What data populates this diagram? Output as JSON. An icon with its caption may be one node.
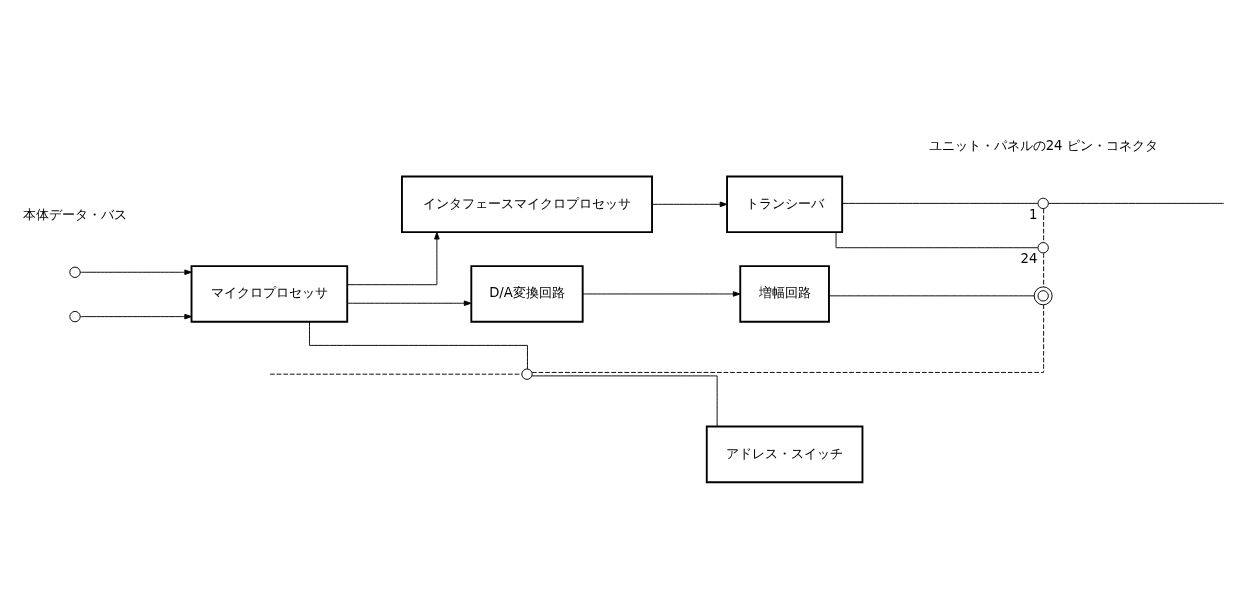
{
  "diagram": {
    "nodes": [
      {
        "text": [],
        "shape": "circle"
      },
      {
        "text": [],
        "shape": "circle"
      },
      {
        "text": [
          "マイクロプロセッサ"
        ]
      },
      {
        "text": [
          "インタフェースマイクロプロセッサ"
        ]
      },
      {
        "text": [
          "トランシーバ"
        ]
      },
      {
        "text": [
          "D/A変換回路"
        ]
      },
      {
        "text": [
          "増幅回路"
        ]
      },
      {
        "text": [],
        "shape": "circle",
        "beside": [
          "1"
        ]
      },
      {
        "text": [],
        "shape": "circle",
        "beside": [
          "24"
        ]
      },
      {
        "text": [],
        "shape": "circle"
      },
      {
        "text": [],
        "shape": "circle"
      },
      {
        "text": [
          "アドレス・スイッチ"
        ]
      }
    ],
    "edges": [
      {
        "from": 0,
        "to": 2,
        "arrow": "to"
      },
      {
        "from": 1,
        "to": 2,
        "arrow": "to"
      },
      {
        "from": 2,
        "to": 3,
        "arrow": "to"
      },
      {
        "from": 3,
        "to": 4,
        "arrow": "to"
      },
      {
        "from": 4,
        "to": 7,
        "arrow": "none"
      },
      {
        "from": 4,
        "to": 8,
        "arrow": "none"
      },
      {
        "from": 2,
        "to": 5,
        "arrow": "to"
      },
      {
        "from": 5,
        "to": 6,
        "arrow": "to"
      },
      {
        "from": 6,
        "to": 9,
        "arrow": "none"
      },
      {
        "from": 2,
        "to": 10,
        "arrow": "none"
      },
      {
        "from": 10,
        "to": 11,
        "arrow": "none"
      },
      {
        "from": 7,
        "to": null,
        "arrow": "none"
      },
      {
        "from": 7,
        "to": 8,
        "arrow": "none",
        "style": "dashed"
      },
      {
        "from": 8,
        "to": 9,
        "arrow": "none",
        "style": "dashed"
      },
      {
        "from": 10,
        "to": 9,
        "arrow": "none",
        "style": "dashed"
      },
      {
        "from": null,
        "to": 10,
        "arrow": "none",
        "style": "dashed"
      }
    ],
    "labels": [
      "本体データ・バス",
      "ユニット・パネルの24 ピン・コネクタ"
    ]
  }
}
